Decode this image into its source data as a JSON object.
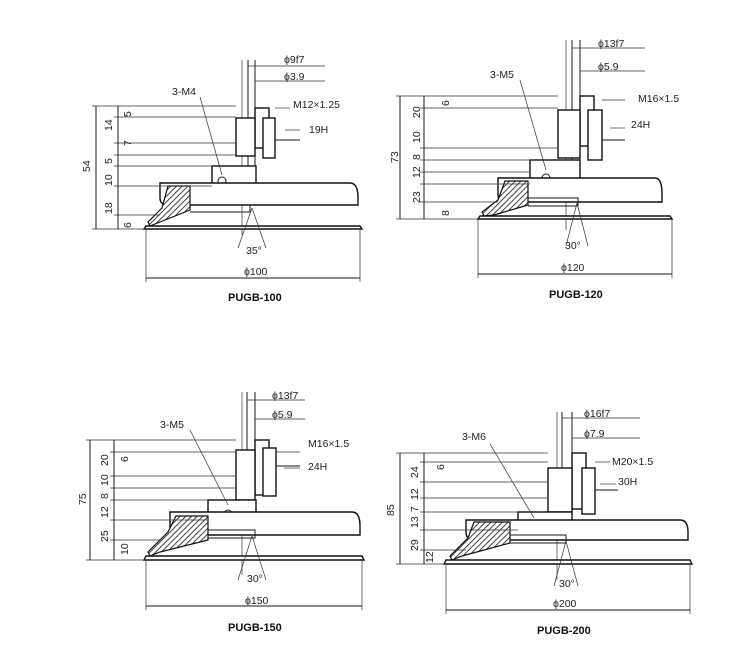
{
  "drawings": [
    {
      "caption": "PUGB-100",
      "shaft_dia": "ϕ9f7",
      "bore_dia": "ϕ3.9",
      "thread": "M12×1.25",
      "hex": "19H",
      "screws": "3-M4",
      "angle": "35°",
      "pad_dia": "ϕ100",
      "total_height": "54",
      "dims": [
        "5",
        "14",
        "7",
        "5",
        "10",
        "18",
        "6"
      ]
    },
    {
      "caption": "PUGB-120",
      "shaft_dia": "ϕ13f7",
      "bore_dia": "ϕ5.9",
      "thread": "M16×1.5",
      "hex": "24H",
      "screws": "3-M5",
      "angle": "30°",
      "pad_dia": "ϕ120",
      "total_height": "73",
      "dims": [
        "6",
        "20",
        "10",
        "8",
        "12",
        "23",
        "8"
      ]
    },
    {
      "caption": "PUGB-150",
      "shaft_dia": "ϕ13f7",
      "bore_dia": "ϕ5.9",
      "thread": "M16×1.5",
      "hex": "24H",
      "screws": "3-M5",
      "angle": "30°",
      "pad_dia": "ϕ150",
      "total_height": "75",
      "dims": [
        "6",
        "20",
        "10",
        "8",
        "12",
        "25",
        "10"
      ]
    },
    {
      "caption": "PUGB-200",
      "shaft_dia": "ϕ16f7",
      "bore_dia": "ϕ7.9",
      "thread": "M20×1.5",
      "hex": "30H",
      "screws": "3-M6",
      "angle": "30°",
      "pad_dia": "ϕ200",
      "total_height": "85",
      "dims": [
        "6",
        "24",
        "12",
        "7",
        "13",
        "29",
        "12"
      ]
    }
  ]
}
